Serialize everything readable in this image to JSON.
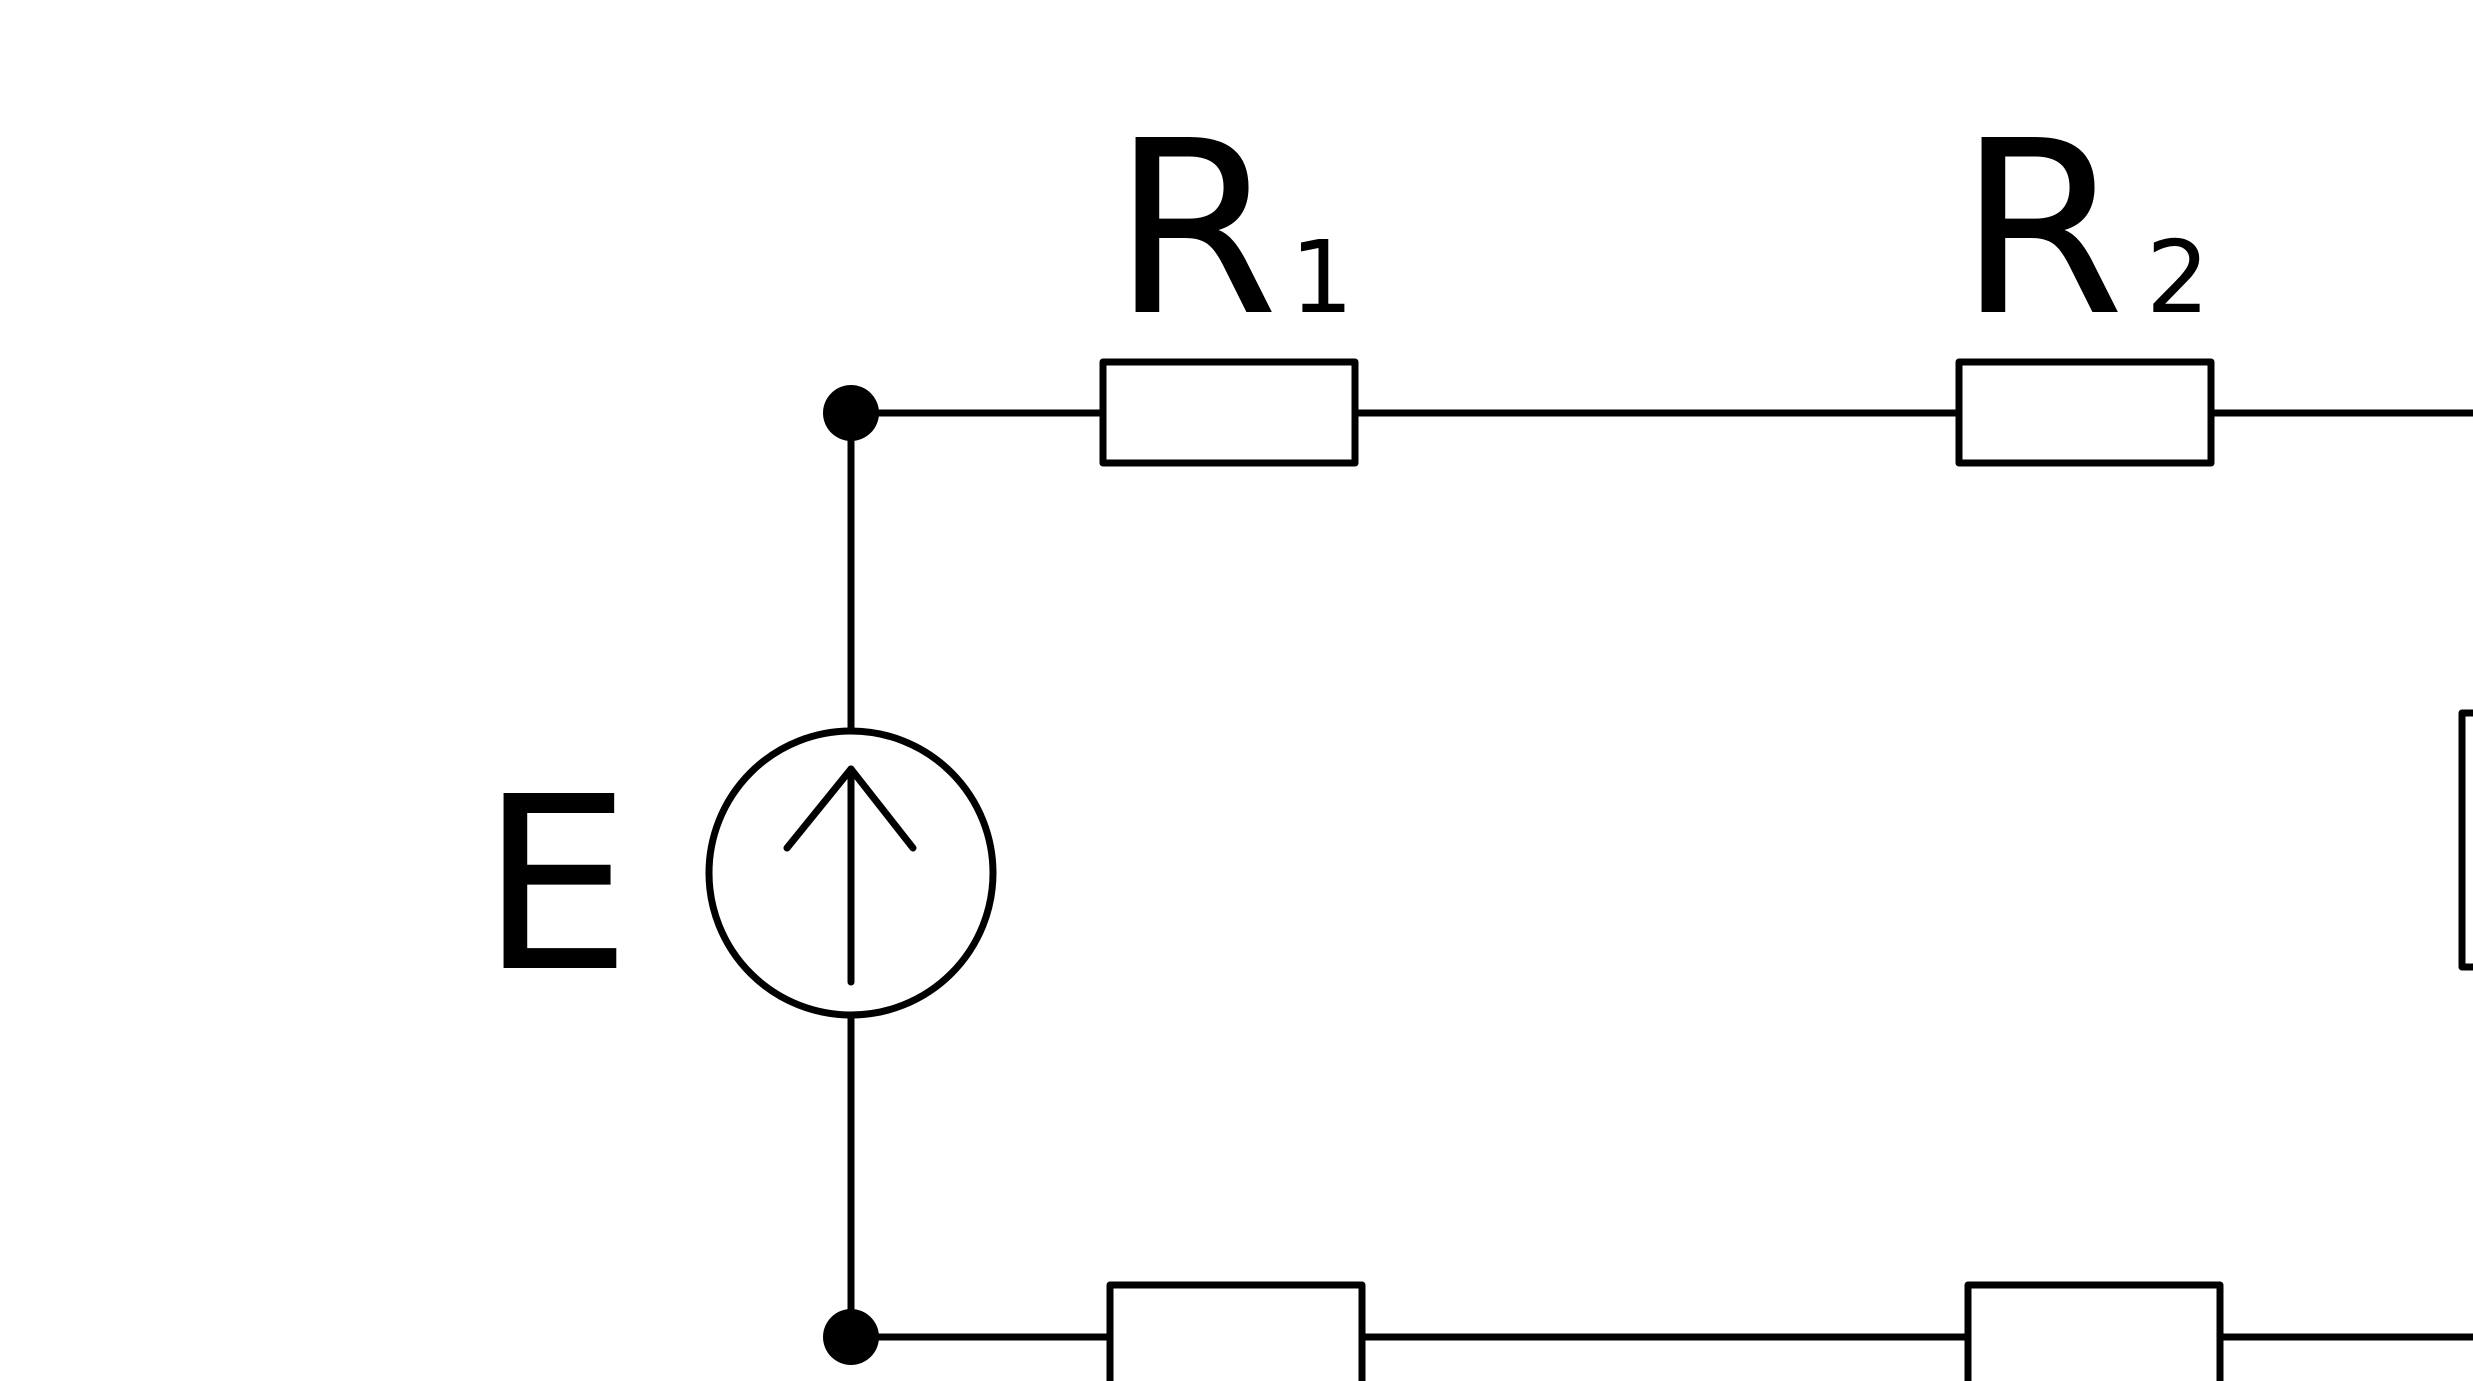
{
  "diagram": {
    "title": "",
    "labels": {
      "source": "E",
      "r1": "R",
      "r1_sub": "1",
      "r2": "R",
      "r2_sub": "2"
    },
    "colors": {
      "stroke": "#000000",
      "background": "#ffffff"
    },
    "components": [
      {
        "id": "source",
        "kind": "voltage-source",
        "label": "E",
        "arrow": "up"
      },
      {
        "id": "r1",
        "kind": "resistor",
        "label": "R1"
      },
      {
        "id": "r2",
        "kind": "resistor",
        "label": "R2"
      },
      {
        "id": "r-bottom-left",
        "kind": "resistor",
        "label": ""
      },
      {
        "id": "r-bottom-right",
        "kind": "resistor",
        "label": ""
      },
      {
        "id": "r-right",
        "kind": "resistor",
        "label": ""
      }
    ]
  }
}
